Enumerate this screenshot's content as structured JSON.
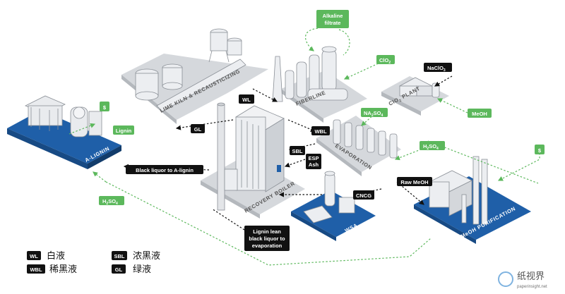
{
  "labels": {
    "wl": "WL",
    "gl": "GL",
    "wbl": "WBL",
    "sbl": "SBL",
    "esp_ash_1": "ESP",
    "esp_ash_2": "Ash",
    "cncg": "CNCG",
    "raw_meoh": "Raw MeOH",
    "naclo3": "NaClO",
    "naclo3_sub": "3",
    "black_liquor_to_a_lignin": "Black liquor to A-lignin",
    "lignin_lean_1": "Lignin lean",
    "lignin_lean_2": "black liquor to",
    "lignin_lean_3": "evaporation"
  },
  "green_labels": {
    "alkaline_1": "Alkaline",
    "alkaline_2": "filtrate",
    "clo2": "ClO",
    "clo2_sub": "2",
    "na2so4": "NA",
    "na2so4_sub": "2",
    "na2so4_end": "SO",
    "na2so4_sub2": "4",
    "meoh": "MeOH",
    "h2so4_right": "H",
    "h2so4_right_sub": "2",
    "h2so4_right_mid": "SO",
    "h2so4_right_sub2": "4",
    "h2so4_left": "H",
    "h2so4_left_sub": "2",
    "h2so4_left_mid": "SO",
    "h2so4_left_sub2": "4",
    "lignin": "Lignin",
    "dollar_left": "$",
    "dollar_right": "$"
  },
  "platforms": {
    "lime_kiln": "LIME KILN & RECAUSTICIZING",
    "fiberline": "FIBERLINE",
    "clo2_plant": "ClO",
    "clo2_plant_sub": "2",
    "clo2_plant_end": " PLANT",
    "evaporation": "EVAPORATION",
    "recovery_boiler": "RECOVERY BOILER",
    "a_lignin": "A-LIGNIN",
    "wsa": "WSA",
    "meoh_purification": "MeOH PURIFICATION"
  },
  "legend": [
    {
      "code": "WL",
      "text": "白液"
    },
    {
      "code": "WBL",
      "text": "稀黑液"
    },
    {
      "code": "SBL",
      "text": "浓黑液"
    },
    {
      "code": "GL",
      "text": "绿液"
    }
  ],
  "watermark": {
    "brand": "纸视界",
    "url": "paperinsight.net"
  },
  "colors": {
    "green": "#5cb85c",
    "blue": "#1f5fa8",
    "gray_platform": "#cfd2d6",
    "black_label": "#111111"
  }
}
